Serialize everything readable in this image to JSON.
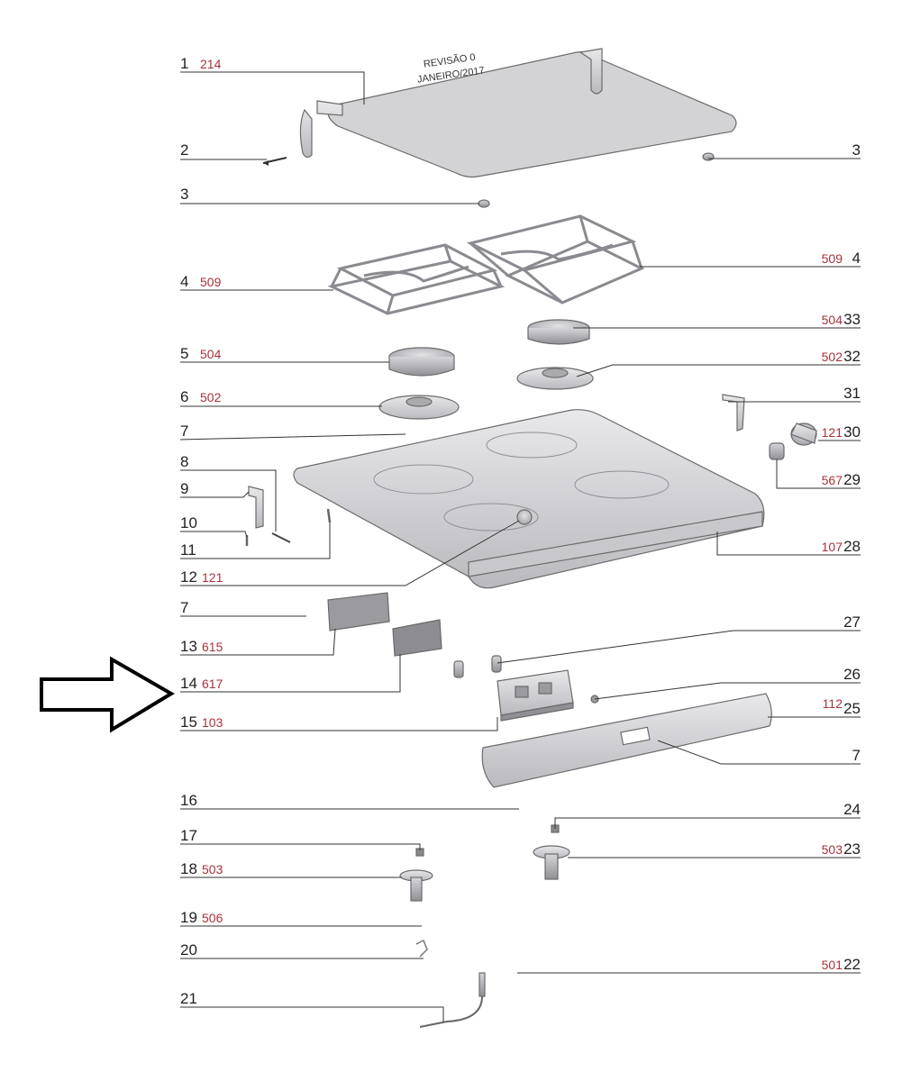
{
  "revision": {
    "line1": "REVISÃO 0",
    "line2": "JANEIRO/2017"
  },
  "callouts_left": [
    {
      "num": "1",
      "code": "214"
    },
    {
      "num": "2",
      "code": ""
    },
    {
      "num": "3",
      "code": ""
    },
    {
      "num": "4",
      "code": "509"
    },
    {
      "num": "5",
      "code": "504"
    },
    {
      "num": "6",
      "code": "502"
    },
    {
      "num": "7",
      "code": ""
    },
    {
      "num": "8",
      "code": ""
    },
    {
      "num": "9",
      "code": ""
    },
    {
      "num": "10",
      "code": ""
    },
    {
      "num": "11",
      "code": ""
    },
    {
      "num": "12",
      "code": "121"
    },
    {
      "num": "7",
      "code": ""
    },
    {
      "num": "13",
      "code": "615"
    },
    {
      "num": "14",
      "code": "617"
    },
    {
      "num": "15",
      "code": "103"
    },
    {
      "num": "16",
      "code": ""
    },
    {
      "num": "17",
      "code": ""
    },
    {
      "num": "18",
      "code": "503"
    },
    {
      "num": "19",
      "code": "506"
    },
    {
      "num": "20",
      "code": ""
    },
    {
      "num": "21",
      "code": ""
    }
  ],
  "callouts_right": [
    {
      "num": "3",
      "code": ""
    },
    {
      "num": "4",
      "code": "509"
    },
    {
      "num": "33",
      "code": "504"
    },
    {
      "num": "32",
      "code": "502"
    },
    {
      "num": "31",
      "code": ""
    },
    {
      "num": "30",
      "code": "121"
    },
    {
      "num": "29",
      "code": "567"
    },
    {
      "num": "28",
      "code": "107"
    },
    {
      "num": "27",
      "code": ""
    },
    {
      "num": "26",
      "code": ""
    },
    {
      "num": "25",
      "code": "112"
    },
    {
      "num": "7",
      "code": ""
    },
    {
      "num": "24",
      "code": ""
    },
    {
      "num": "23",
      "code": "503"
    },
    {
      "num": "22",
      "code": "501"
    }
  ]
}
